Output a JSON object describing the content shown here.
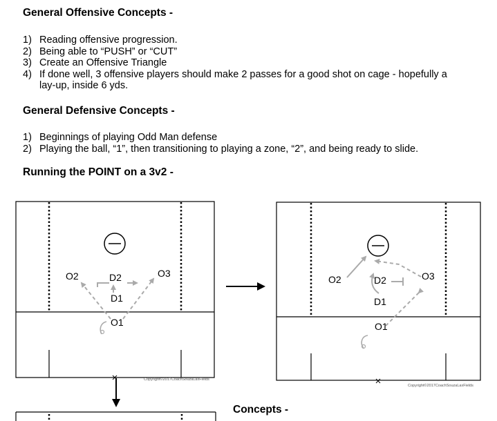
{
  "offensive": {
    "heading": "General Offensive Concepts -",
    "items": [
      {
        "num": "1)",
        "text": "Reading offensive progression."
      },
      {
        "num": "2)",
        "text": "Being able to “PUSH” or “CUT”"
      },
      {
        "num": "3)",
        "text": "Create an Offensive Triangle"
      },
      {
        "num": "4)",
        "text": "If done well, 3 offensive players should make 2 passes for a good shot on cage - hopefully a",
        "cont": "lay-up, inside 6 yds."
      }
    ]
  },
  "defensive": {
    "heading": "General Defensive Concepts -",
    "items": [
      {
        "num": "1)",
        "text": "Beginnings of playing Odd Man defense"
      },
      {
        "num": "2)",
        "text": "Playing the ball, “1”, then transitioning to playing a zone, “2”, and being ready to slide."
      }
    ]
  },
  "drill": {
    "heading": "Running the POINT on a 3v2 -"
  },
  "diagram1": {
    "o2": "O2",
    "o3": "O3",
    "d2": "D2",
    "d1": "D1",
    "o1": "O1",
    "copyright": "Copyright©2017CoachSouzaLaxFields"
  },
  "diagram2": {
    "o2": "O2",
    "o3": "O3",
    "d2": "D2",
    "d1": "D1",
    "o1": "O1",
    "copyright": "Copyright©2017CoachSouzaLaxFields"
  },
  "concepts": {
    "heading": "Concepts -"
  },
  "colors": {
    "ink": "#000000",
    "pass_arrow": "#aaaaaa"
  }
}
